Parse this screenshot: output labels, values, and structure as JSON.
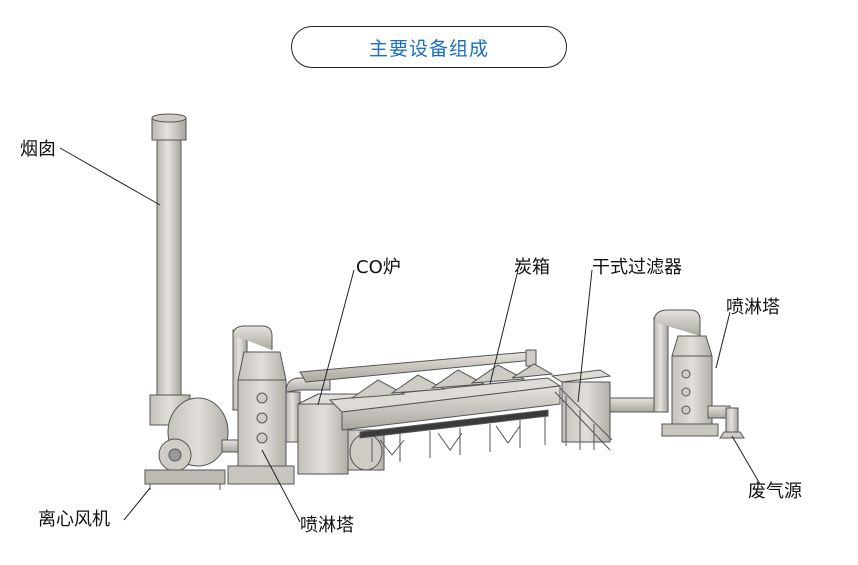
{
  "title": "主要设备组成",
  "labels": {
    "chimney": "烟囱",
    "co_furnace": "CO炉",
    "carbon_box": "炭箱",
    "dry_filter": "干式过滤器",
    "spray_tower_right": "喷淋塔",
    "fan": "离心风机",
    "spray_tower_left": "喷淋塔",
    "waste_gas_source": "废气源"
  },
  "colors": {
    "title": "#1a6fc4",
    "equipment_fill": "#d9d6d0",
    "equipment_stroke": "#555555",
    "leader_line": "#222222"
  }
}
